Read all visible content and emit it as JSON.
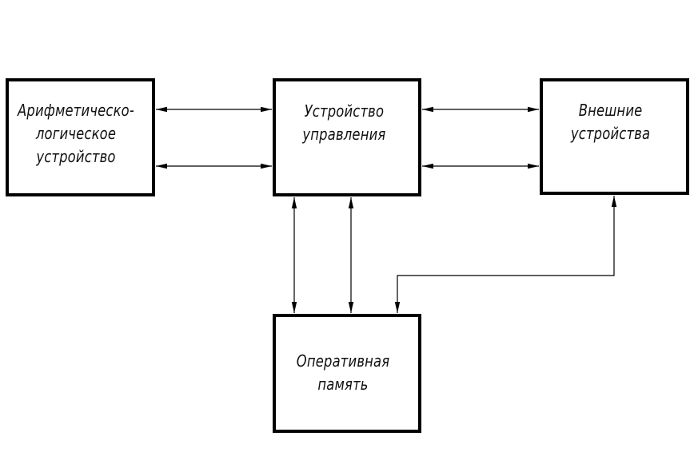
{
  "diagram": {
    "boxes": {
      "alu": {
        "label": "Арифметическо-\nлогическое\nустройство"
      },
      "control_unit": {
        "label": "Устройство\nуправления"
      },
      "external_devices": {
        "label": "Внешние\nустройства"
      },
      "ram": {
        "label": "Оперативная\nпамять"
      }
    },
    "line_color": "#000000"
  }
}
